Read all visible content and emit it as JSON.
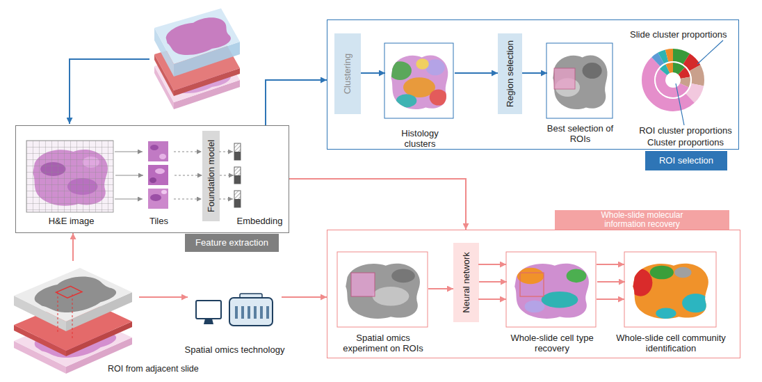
{
  "diagram": {
    "nodes": [
      {
        "text": [
          "Feature extraction"
        ]
      },
      {
        "text": [
          "H&E image"
        ],
        "in": 0
      },
      {
        "text": [
          "Tiles"
        ],
        "in": 0
      },
      {
        "text": [
          "Foundation model"
        ],
        "in": 0
      },
      {
        "text": [
          "Embedding"
        ],
        "in": 0
      },
      {
        "text": [
          "ROI selection"
        ]
      },
      {
        "text": [
          "Clustering"
        ],
        "in": 5
      },
      {
        "text": [
          "Histology clusters"
        ],
        "in": 5
      },
      {
        "text": [
          "Region selection"
        ],
        "in": 5
      },
      {
        "text": [
          "Best selection of ROIs"
        ],
        "in": 5
      },
      {
        "text": [
          "Slide cluster proportions",
          "ROI cluster proportions",
          "Cluster proportions"
        ],
        "in": 5
      },
      {
        "text": [
          "Whole-slide molecular information recovery"
        ]
      },
      {
        "text": [
          "Spatial omics experiment on ROIs"
        ],
        "in": 11
      },
      {
        "text": [
          "Neural network"
        ],
        "in": 11
      },
      {
        "text": [
          "Whole-slide cell type recovery"
        ],
        "in": 11
      },
      {
        "text": [
          "Whole-slide cell community identification"
        ],
        "in": 11
      },
      {
        "text": [
          "Spatial omics technology"
        ]
      },
      {
        "text": [
          "ROI from adjacent slide"
        ]
      }
    ],
    "edges": [
      {
        "from": 0,
        "to": 5,
        "arrow": "to"
      },
      {
        "from": 0,
        "to": 11,
        "arrow": "to"
      },
      {
        "from": 17,
        "to": 0,
        "arrow": "to"
      },
      {
        "from": 17,
        "to": 16,
        "arrow": "to"
      },
      {
        "from": 16,
        "to": 11,
        "arrow": "to"
      },
      {
        "from": 1,
        "to": 2,
        "arrow": "to"
      },
      {
        "from": 2,
        "to": 3,
        "arrow": "to"
      },
      {
        "from": 3,
        "to": 4,
        "arrow": "to"
      },
      {
        "from": 6,
        "to": 7,
        "arrow": "to"
      },
      {
        "from": 7,
        "to": 8,
        "arrow": "to"
      },
      {
        "from": 8,
        "to": 9,
        "arrow": "to"
      },
      {
        "from": 12,
        "to": 13,
        "arrow": "to"
      },
      {
        "from": 13,
        "to": 14,
        "arrow": "to"
      },
      {
        "from": 14,
        "to": 15,
        "arrow": "to"
      }
    ]
  }
}
